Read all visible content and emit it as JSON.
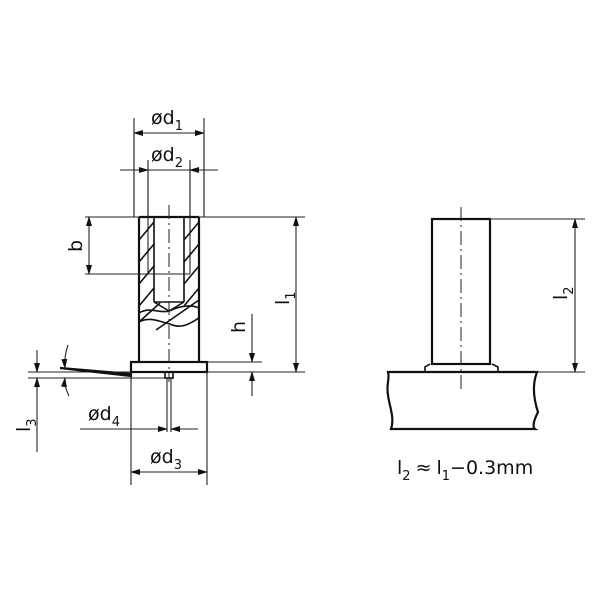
{
  "drawing": {
    "left_view": {
      "dims": {
        "d1": {
          "prefix": "ød",
          "sub": "1"
        },
        "d2": {
          "prefix": "ød",
          "sub": "2"
        },
        "b": {
          "prefix": "b",
          "sub": ""
        },
        "l1": {
          "prefix": "l",
          "sub": "1"
        },
        "h": {
          "prefix": "h",
          "sub": ""
        },
        "l3": {
          "prefix": "l",
          "sub": "3"
        },
        "d4": {
          "prefix": "ød",
          "sub": "4"
        },
        "d3": {
          "prefix": "ød",
          "sub": "3"
        }
      }
    },
    "right_view": {
      "dims": {
        "l2": {
          "prefix": "l",
          "sub": "2"
        }
      },
      "formula": {
        "lhs": "l",
        "lhs_sub": "2",
        "approx": "≈",
        "rhs": "l",
        "rhs_sub": "1",
        "rest": "−0.3mm"
      }
    }
  }
}
